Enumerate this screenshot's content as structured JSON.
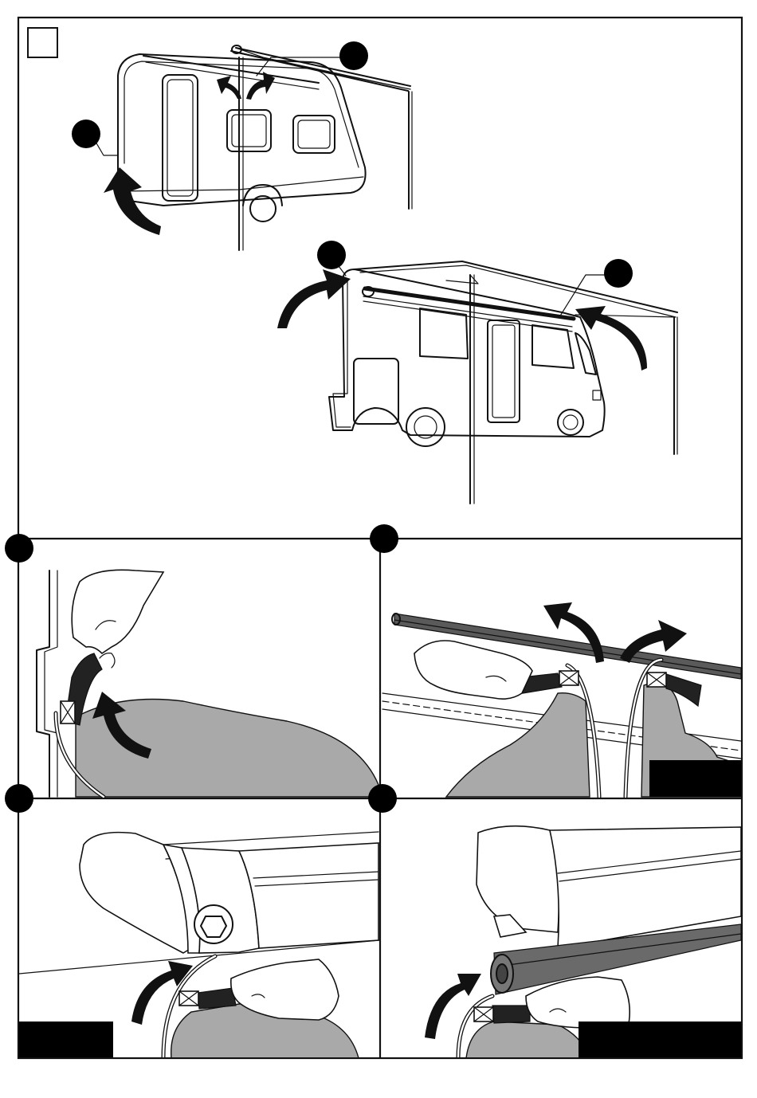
{
  "figure": {
    "panel_main": {
      "step_box_label": ""
    },
    "callouts": [
      {
        "id": "callout-a",
        "label": ""
      },
      {
        "id": "callout-b",
        "label": ""
      },
      {
        "id": "callout-c",
        "label": ""
      },
      {
        "id": "callout-d",
        "label": ""
      }
    ],
    "panels": [
      {
        "id": "panel-1",
        "label": "",
        "caption": ""
      },
      {
        "id": "panel-2",
        "label": "",
        "caption": ""
      },
      {
        "id": "panel-3",
        "label": "",
        "caption": ""
      },
      {
        "id": "panel-4",
        "label": "",
        "caption": ""
      }
    ],
    "colors": {
      "line": "#111111",
      "fill_gray": "#a9a9a9",
      "fill_dark": "#222222",
      "background": "#ffffff"
    }
  }
}
